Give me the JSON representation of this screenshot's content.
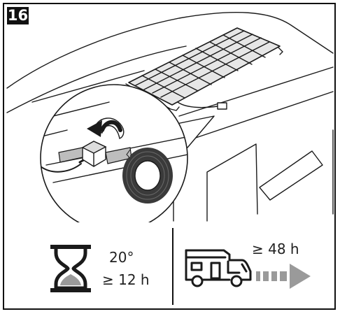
{
  "step": {
    "number": "16"
  },
  "curing": {
    "temperature": "20°",
    "min_time": "≥ 12 h"
  },
  "driving": {
    "wait_time": "≥ 48 h"
  },
  "icons": {
    "hourglass": "hourglass-icon",
    "motorhome": "motorhome-icon",
    "arrow": "dashed-arrow-right-icon",
    "rotate": "curved-arrow-icon",
    "tape": "adhesive-tape-roll-icon"
  },
  "colors": {
    "line": "#1a1a1a",
    "gray_arrow": "#9a9a9a",
    "panel_cell": "#e6e6e6",
    "hourglass_sand": "#9a9a9a"
  }
}
